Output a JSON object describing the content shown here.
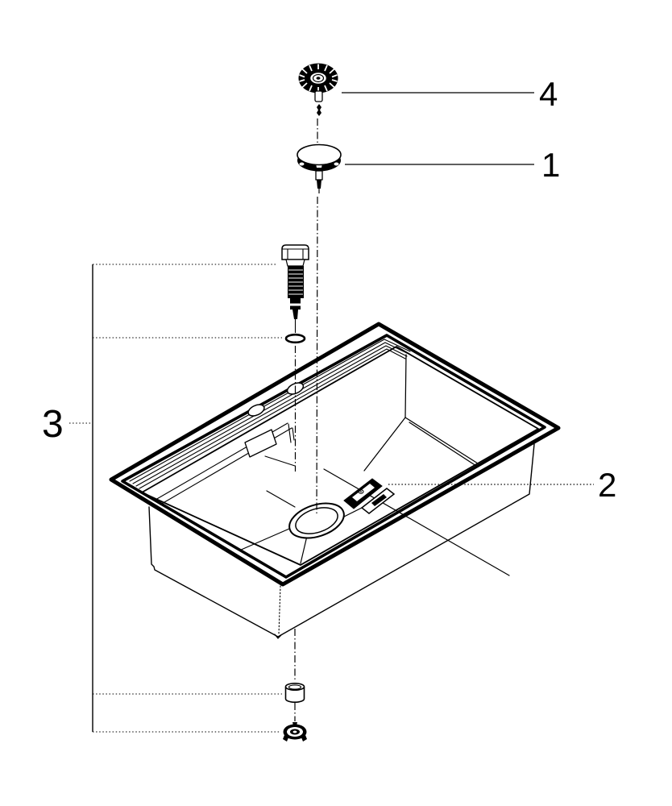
{
  "diagram": {
    "type": "exploded-parts-diagram",
    "subject": "kitchen sink drain assembly",
    "background_color": "#ffffff",
    "line_color": "#000000",
    "callouts": [
      {
        "label": "4"
      },
      {
        "label": "1"
      },
      {
        "label": "2"
      },
      {
        "label": "3"
      }
    ]
  }
}
